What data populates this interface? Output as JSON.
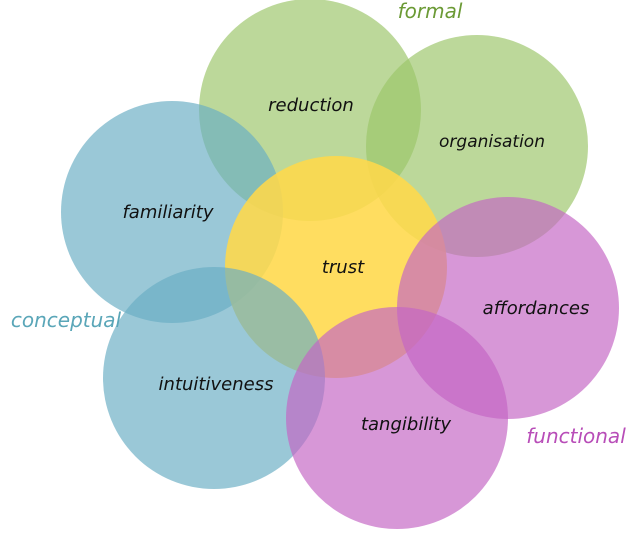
{
  "colors": {
    "formal": "#9cc56a",
    "conceptual": "#6aaec4",
    "functional": "#c466c4",
    "center": "#ffd84a",
    "formal_text": "#6b9a35",
    "conceptual_text": "#5aa6b8",
    "functional_text": "#b84db8"
  },
  "groups": {
    "formal": "formal",
    "conceptual": "conceptual",
    "functional": "functional"
  },
  "nodes": {
    "trust": "trust",
    "reduction": "reduction",
    "organisation": "organisation",
    "familiarity": "familiarity",
    "intuitiveness": "intuitiveness",
    "affordances": "affordances",
    "tangibility": "tangibility"
  }
}
